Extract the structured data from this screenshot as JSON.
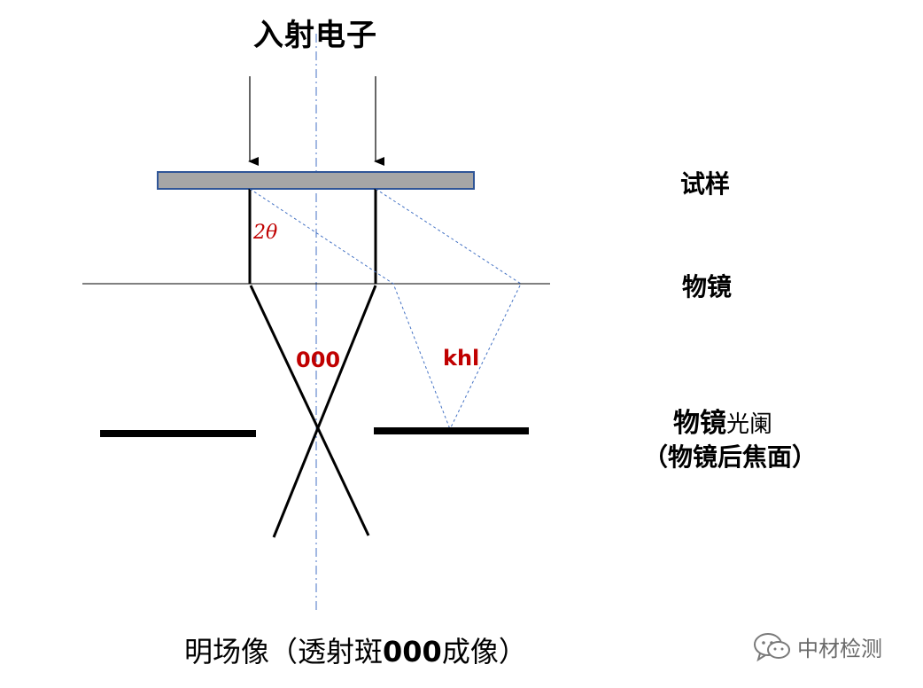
{
  "title": "入射电子",
  "labels": {
    "specimen": "试样",
    "objective_lens": "物镜",
    "objective_aperture_main": "物镜",
    "objective_aperture_suffix": "光阑",
    "back_focal_plane": "（物镜后焦面）",
    "angle": "2θ",
    "transmitted_spot": "000",
    "diffracted_spot": "khl"
  },
  "caption": {
    "prefix": "明场像（透射斑",
    "bold": "000",
    "suffix": "成像）"
  },
  "watermark": {
    "text": "中材检测",
    "icon": "wechat-icon"
  },
  "colors": {
    "specimen_fill": "#a6a6a6",
    "specimen_border": "#2f5597",
    "optic_axis": "#4472c4",
    "diffracted_beam": "#4472c4",
    "annotation": "#c00000"
  }
}
